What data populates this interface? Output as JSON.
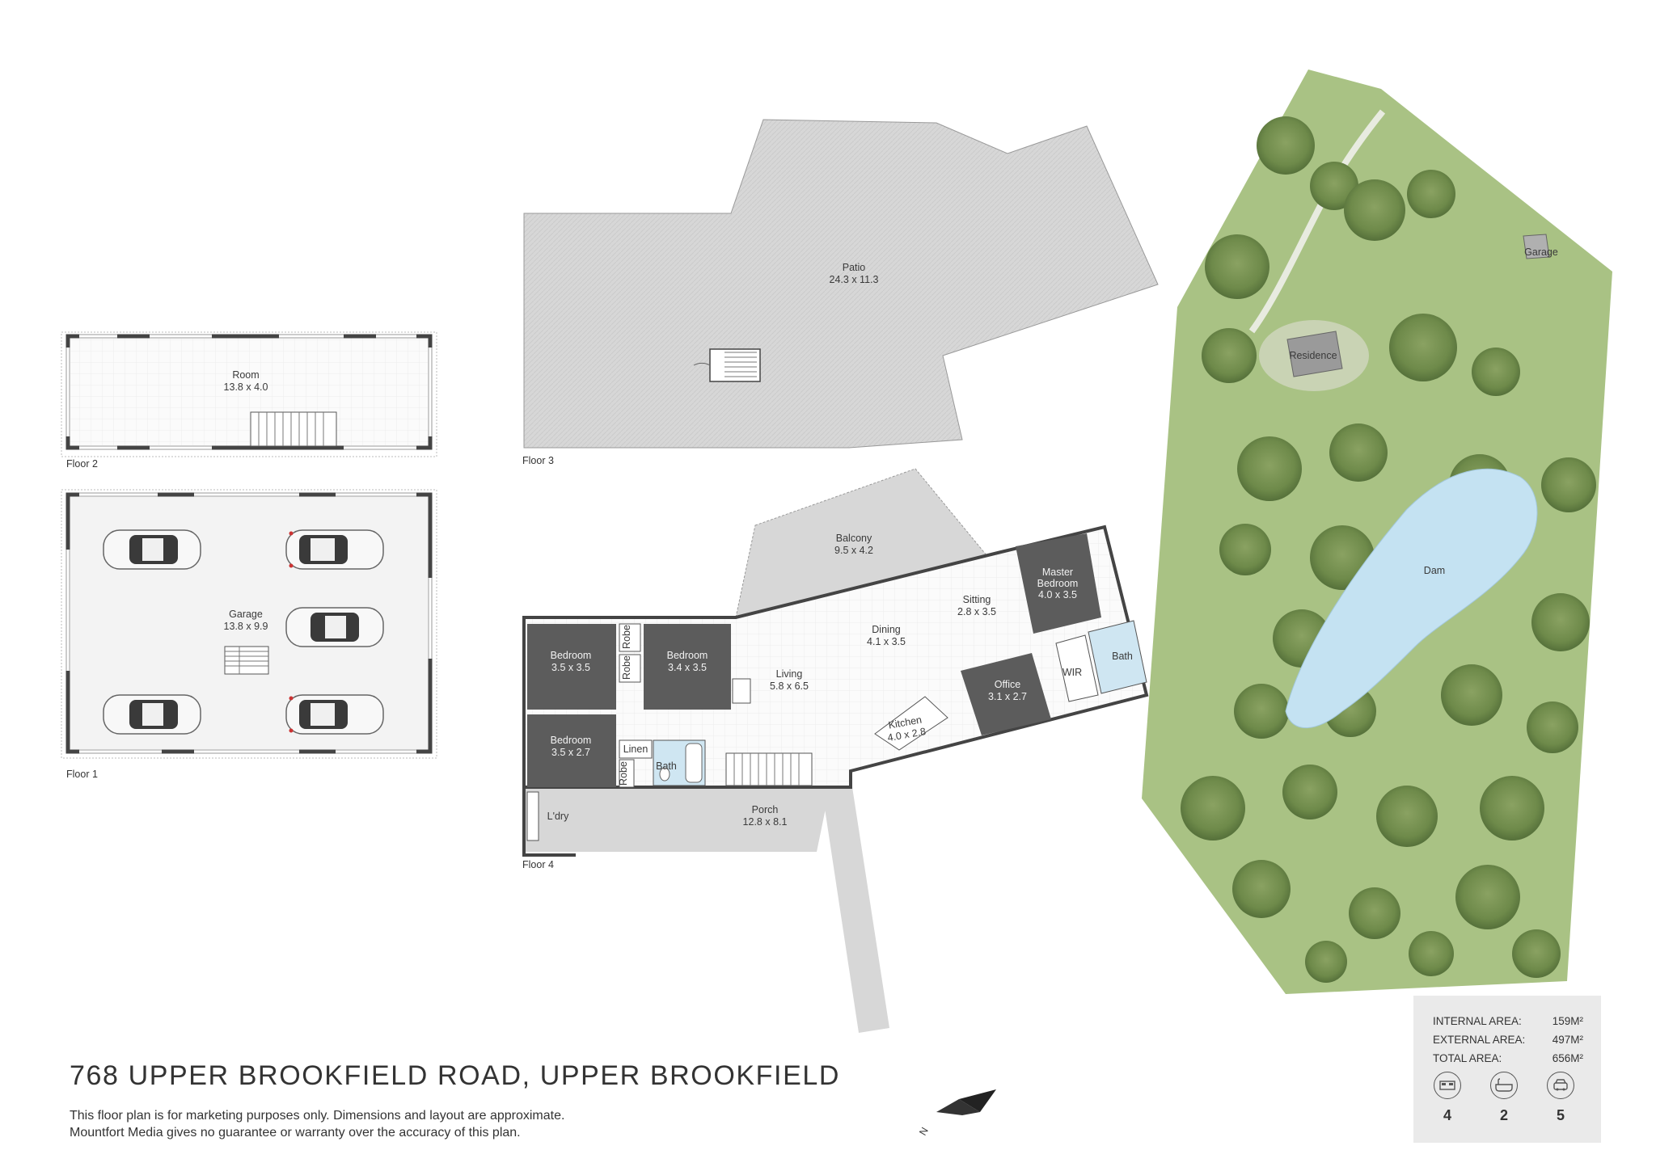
{
  "property": {
    "address": "768 UPPER BROOKFIELD ROAD, UPPER BROOKFIELD",
    "disclaimer_line1": "This floor plan is for marketing purposes only. Dimensions and layout are approximate.",
    "disclaimer_line2": "Mountfort Media gives no guarantee or warranty over the accuracy of this plan."
  },
  "floors": {
    "floor1": "Floor 1",
    "floor2": "Floor 2",
    "floor3": "Floor 3",
    "floor4": "Floor 4"
  },
  "rooms": {
    "room": {
      "name": "Room",
      "dim": "13.8 x 4.0"
    },
    "garage": {
      "name": "Garage",
      "dim": "13.8 x 9.9"
    },
    "patio": {
      "name": "Patio",
      "dim": "24.3 x 11.3"
    },
    "balcony": {
      "name": "Balcony",
      "dim": "9.5 x 4.2"
    },
    "master": {
      "name1": "Master",
      "name2": "Bedroom",
      "dim": "4.0 x 3.5"
    },
    "sitting": {
      "name": "Sitting",
      "dim": "2.8 x 3.5"
    },
    "dining": {
      "name": "Dining",
      "dim": "4.1 x 3.5"
    },
    "bed1": {
      "name": "Bedroom",
      "dim": "3.5 x 3.5"
    },
    "bed2": {
      "name": "Bedroom",
      "dim": "3.4 x 3.5"
    },
    "bed3": {
      "name": "Bedroom",
      "dim": "3.5 x 2.7"
    },
    "living": {
      "name": "Living",
      "dim": "5.8 x 6.5"
    },
    "office": {
      "name": "Office",
      "dim": "3.1 x 2.7"
    },
    "kitchen": {
      "name": "Kitchen",
      "dim": "4.0 x 2.8"
    },
    "porch": {
      "name": "Porch",
      "dim": "12.8 x 8.1"
    },
    "robe": "Robe",
    "linen": "Linen",
    "bath": "Bath",
    "wir": "WIR",
    "ldry": "L'dry"
  },
  "site": {
    "garage": "Garage",
    "residence": "Residence",
    "dam": "Dam"
  },
  "areas": {
    "internal_label": "INTERNAL AREA:",
    "internal_value": "159M²",
    "external_label": "EXTERNAL AREA:",
    "external_value": "497M²",
    "total_label": "TOTAL AREA:",
    "total_value": "656M²"
  },
  "features": {
    "bedrooms": "4",
    "bathrooms": "2",
    "car_spaces": "5"
  },
  "compass_label": "N",
  "icons": [
    "bed-icon",
    "bath-icon",
    "car-icon",
    "north-arrow-icon"
  ],
  "colors": {
    "dark_room": "#5c5c5c",
    "patio_fill": "#d6d6d6",
    "site_green": "#a9c284",
    "tree_green": "#6f8a4e",
    "dam_blue": "#c4e2f2"
  }
}
